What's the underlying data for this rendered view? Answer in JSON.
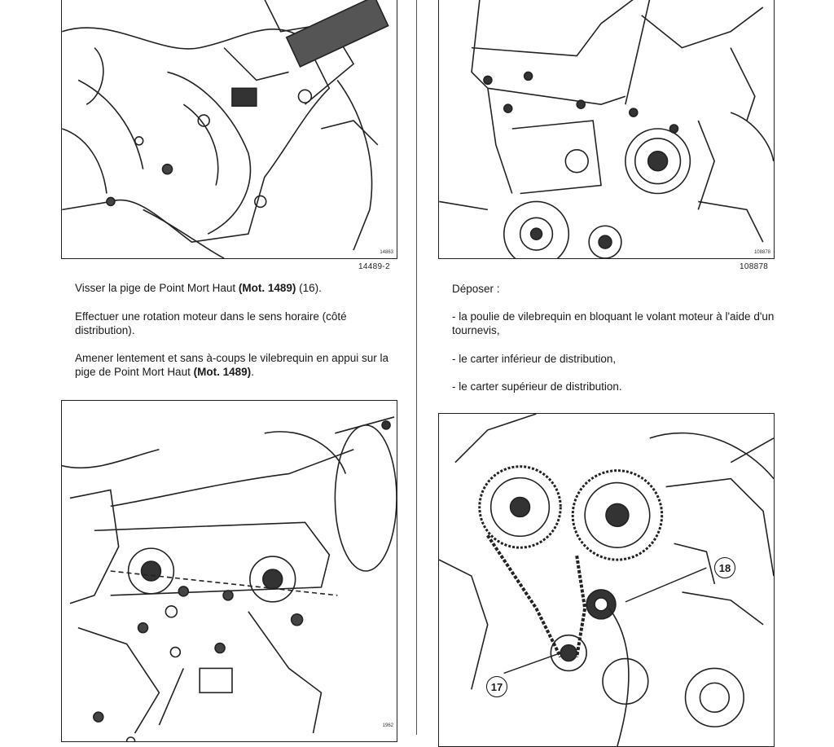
{
  "left": {
    "fig_top": {
      "id": "14489-2",
      "inner_id": "14863"
    },
    "instructions": [
      {
        "text_pre": "Visser la pige de Point Mort Haut ",
        "bold": "(Mot. 1489)",
        "text_post": " (16)."
      },
      {
        "text_pre": "Effectuer une rotation moteur dans le sens horaire (côté distribution).",
        "bold": "",
        "text_post": ""
      },
      {
        "text_pre": "Amener lentement et sans à-coups le vilebrequin en appui sur la pige de Point Mort Haut ",
        "bold": "(Mot. 1489)",
        "text_post": "."
      }
    ],
    "fig_bottom": {
      "inner_id": "1962"
    }
  },
  "right": {
    "fig_top": {
      "id": "108878",
      "inner_id": "108878"
    },
    "heading": "Déposer :",
    "items": [
      "- la poulie de vilebrequin en bloquant le volant moteur à l'aide d'un tournevis,",
      "- le carter inférieur de distribution,",
      "- le carter supérieur de distribution."
    ],
    "fig_bottom": {
      "callouts": [
        "18",
        "17"
      ]
    }
  }
}
